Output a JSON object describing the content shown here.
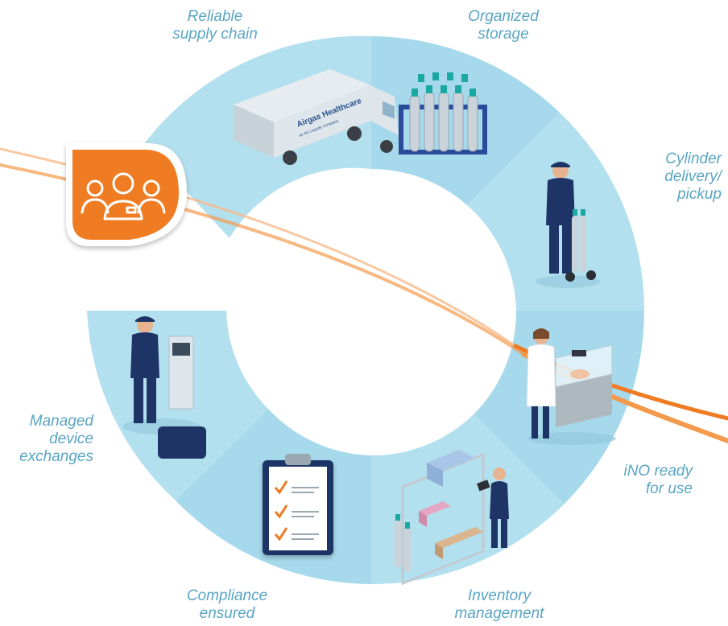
{
  "labels": {
    "supply_chain": [
      "Reliable",
      "supply chain"
    ],
    "storage": [
      "Organized",
      "storage"
    ],
    "delivery": [
      "Cylinder",
      "delivery/",
      "pickup"
    ],
    "ino_ready": [
      "iNO ready",
      "for use"
    ],
    "inventory": [
      "Inventory",
      "management"
    ],
    "compliance": [
      "Compliance",
      "ensured"
    ],
    "device_exchanges": [
      "Managed",
      "device",
      "exchanges"
    ]
  },
  "truck": {
    "brand": "Airgas Healthcare",
    "tagline": "an Air Liquide company"
  },
  "colors": {
    "ring_light": "#b3e0ee",
    "ring_mid": "#9dd3e6",
    "label": "#5aa5c3",
    "accent_orange": "#ef7b23",
    "figure_navy": "#1f3466"
  },
  "icons": {
    "badge": "team-people-icon"
  }
}
